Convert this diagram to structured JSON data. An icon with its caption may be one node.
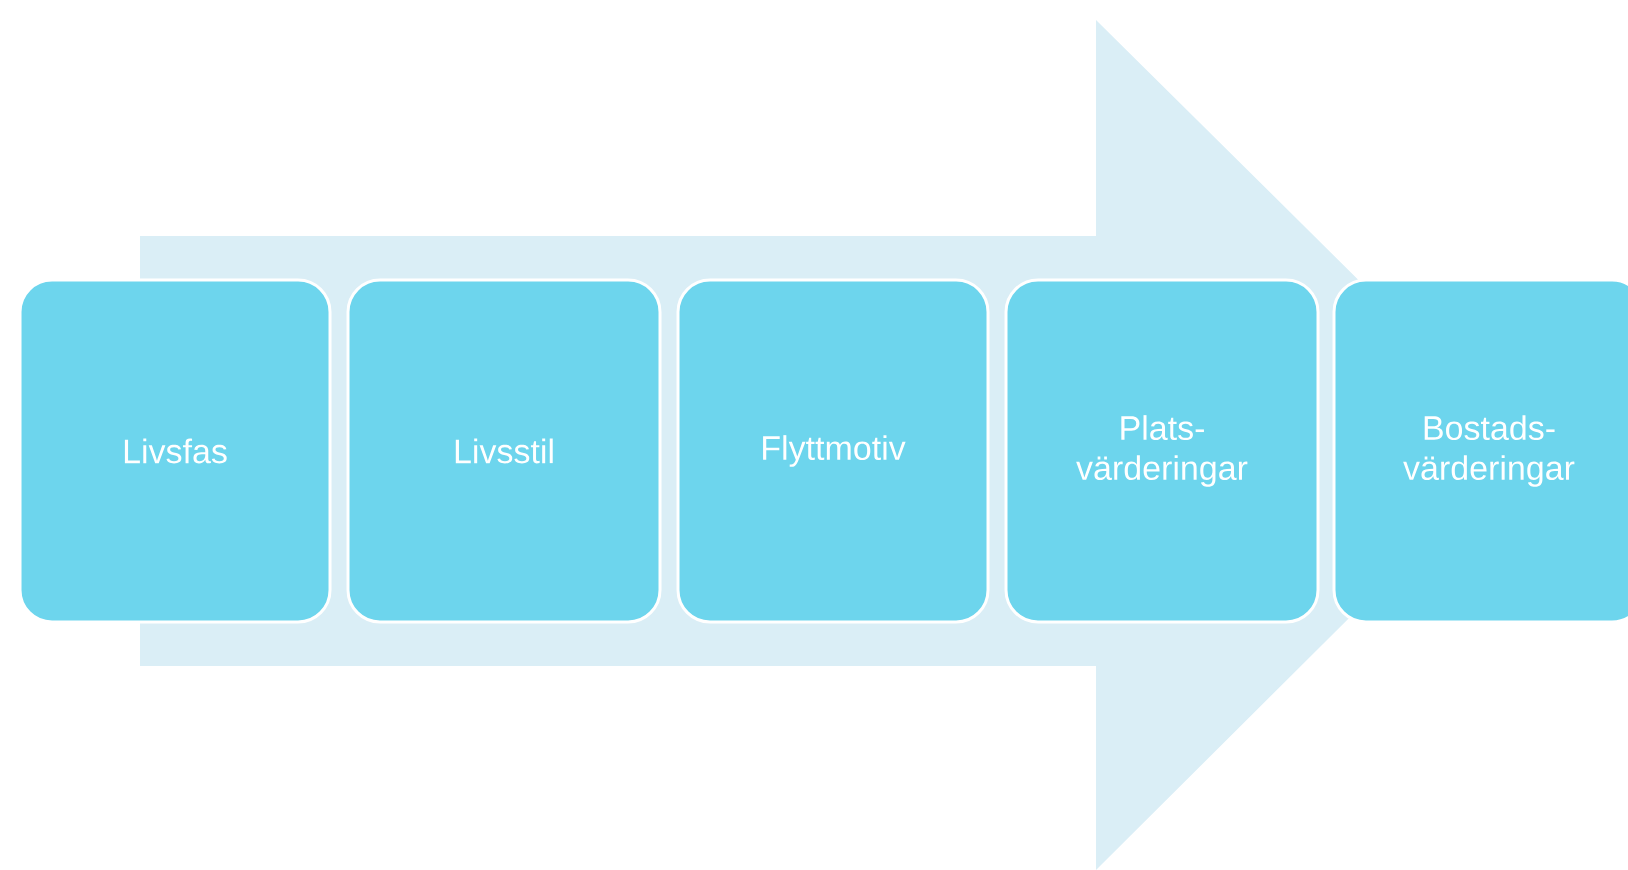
{
  "diagram": {
    "nodes": [
      {
        "text": [
          "Livsfas"
        ]
      },
      {
        "text": [
          "Livsstil"
        ]
      },
      {
        "text": [
          "Flyttmotiv"
        ]
      },
      {
        "text": [
          "Plats- värderingar"
        ]
      },
      {
        "text": [
          "Bostads- värderingar"
        ]
      }
    ],
    "edges": [
      {
        "from": 0,
        "to": 4,
        "arrow": "to"
      }
    ]
  }
}
